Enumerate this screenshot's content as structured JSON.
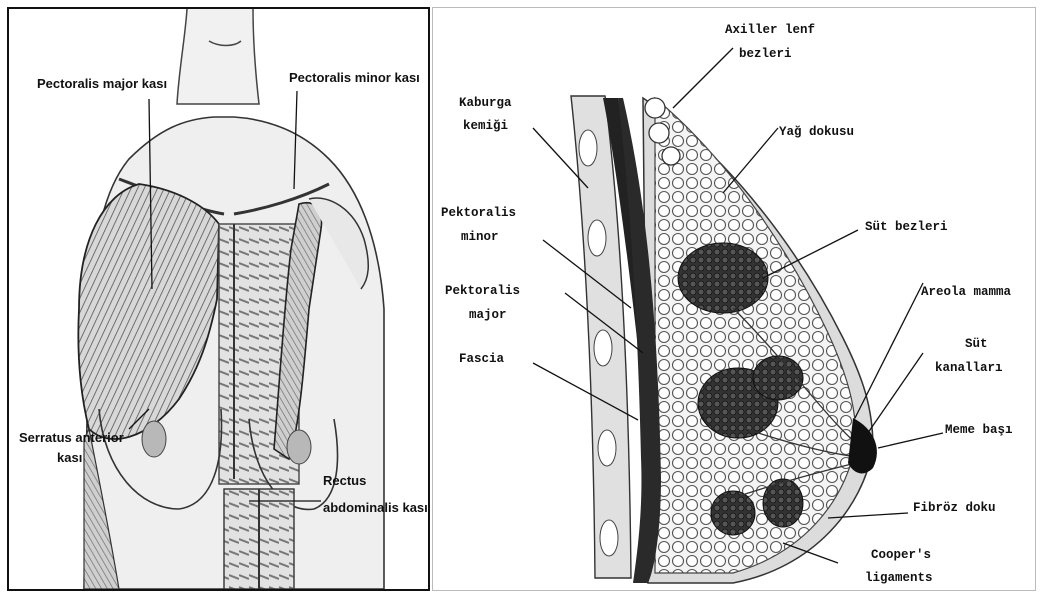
{
  "left_panel": {
    "labels": {
      "pectoralis_major": "Pectoralis major kası",
      "pectoralis_minor": "Pectoralis minor kası",
      "serratus_line1": "Serratus anterior",
      "serratus_line2": "kası",
      "rectus_line1": "Rectus",
      "rectus_line2": "abdominalis kası"
    }
  },
  "right_panel": {
    "labels": {
      "axiller_line1": "Axiller lenf",
      "axiller_line2": "bezleri",
      "kaburga_line1": "Kaburga",
      "kaburga_line2": "kemiği",
      "yag": "Yağ dokusu",
      "pek_minor_line1": "Pektoralis",
      "pek_minor_line2": "minor",
      "sut_bezleri": "Süt bezleri",
      "pek_major_line1": "Pektoralis",
      "pek_major_line2": "major",
      "areola": "Areola mamma",
      "sut_kanallari_line1": "Süt",
      "sut_kanallari_line2": "kanalları",
      "fascia": "Fascia",
      "meme_basi": "Meme başı",
      "fibroz": "Fibröz doku",
      "cooper_line1": "Cooper's",
      "cooper_line2": "ligaments"
    }
  }
}
